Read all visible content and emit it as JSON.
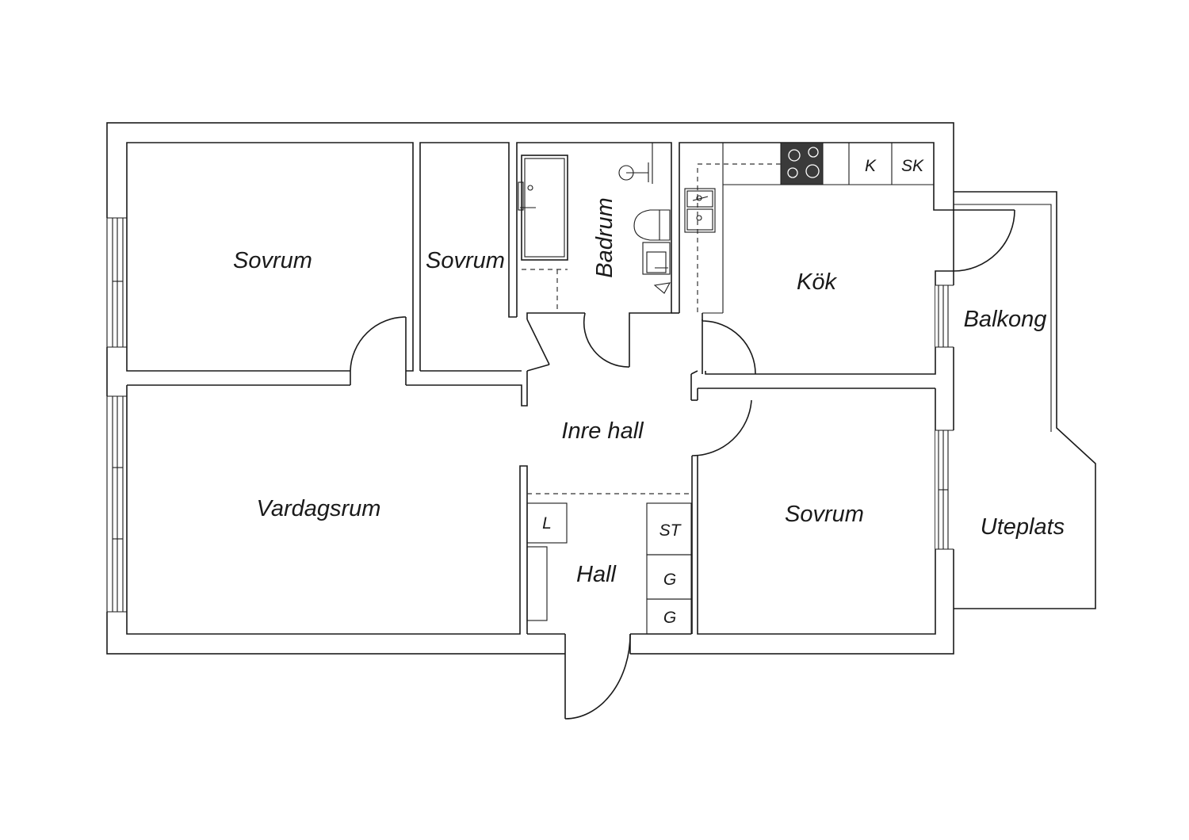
{
  "rooms": {
    "sovrum_1": "Sovrum",
    "sovrum_2": "Sovrum",
    "badrum": "Badrum",
    "kok": "Kök",
    "balkong": "Balkong",
    "inre_hall": "Inre hall",
    "vardagsrum": "Vardagsrum",
    "hall": "Hall",
    "sovrum_3": "Sovrum",
    "uteplats": "Uteplats"
  },
  "fixtures": {
    "fridge": "K",
    "freezer": "SK",
    "linen": "L",
    "storage": "ST",
    "wardrobe_1": "G",
    "wardrobe_2": "G"
  },
  "colors": {
    "line": "#1a1a1a",
    "stove": "#3a3a3a",
    "background": "#ffffff"
  }
}
